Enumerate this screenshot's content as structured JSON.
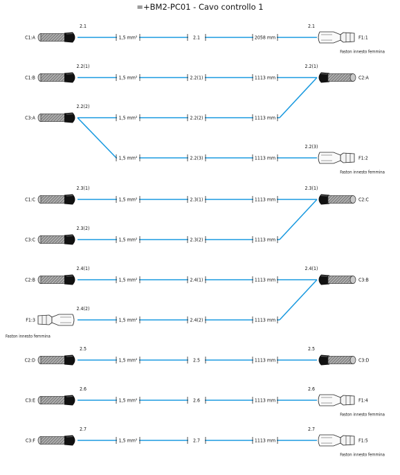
{
  "title": "=+BM2-PC01 - Cavo controllo 1",
  "colors": {
    "wire": "#1a9ae0",
    "connector_body": "#111111",
    "background": "#ffffff"
  },
  "faston_caption": "Faston innesto femmina",
  "harness": [
    {
      "id": "2.1",
      "rows": [
        {
          "left": "C1:A",
          "left_type": "ferrule",
          "label": "2.1",
          "section": "1,5 mm²",
          "mark": "2.1",
          "length": "2058 mm"
        }
      ],
      "right": {
        "label": "2.1",
        "type": "faston",
        "name": "F1:1"
      }
    },
    {
      "id": "2.2",
      "rows": [
        {
          "left": "C1:B",
          "left_type": "ferrule",
          "label": "2.2(1)",
          "section": "1,5 mm²",
          "mark": "2.2(1)",
          "length": "1113 mm"
        },
        {
          "left": "C3:A",
          "left_type": "ferrule",
          "label": "2.2(2)",
          "section": "1,5 mm²",
          "mark": "2.2(2)",
          "length": "1113 mm"
        }
      ],
      "right": {
        "label": "2.2(1)",
        "type": "ferrule",
        "name": "C2:A"
      },
      "branch": {
        "section": "1,5 mm²",
        "mark": "2.2(3)",
        "length": "1113 mm",
        "end_label": "2.2(3)",
        "end_type": "faston",
        "end_name": "F1:2"
      }
    },
    {
      "id": "2.3",
      "rows": [
        {
          "left": "C1:C",
          "left_type": "ferrule",
          "label": "2.3(1)",
          "section": "1,5 mm²",
          "mark": "2.3(1)",
          "length": "1113 mm"
        },
        {
          "left": "C3:C",
          "left_type": "ferrule",
          "label": "2.3(2)",
          "section": "1,5 mm²",
          "mark": "2.3(2)",
          "length": "1113 mm"
        }
      ],
      "right": {
        "label": "2.3(1)",
        "type": "ferrule",
        "name": "C2:C"
      }
    },
    {
      "id": "2.4",
      "rows": [
        {
          "left": "C2:B",
          "left_type": "ferrule",
          "label": "2.4(1)",
          "section": "1,5 mm²",
          "mark": "2.4(1)",
          "length": "1113 mm"
        },
        {
          "left": "F1:3",
          "left_type": "faston",
          "label": "2.4(2)",
          "section": "1,5 mm²",
          "mark": "2.4(2)",
          "length": "1113 mm"
        }
      ],
      "right": {
        "label": "2.4(1)",
        "type": "ferrule",
        "name": "C3:B"
      }
    },
    {
      "id": "2.5",
      "rows": [
        {
          "left": "C2:D",
          "left_type": "ferrule",
          "label": "2.5",
          "section": "1,5 mm²",
          "mark": "2.5",
          "length": "1113 mm"
        }
      ],
      "right": {
        "label": "2.5",
        "type": "ferrule",
        "name": "C3:D"
      }
    },
    {
      "id": "2.6",
      "rows": [
        {
          "left": "C3:E",
          "left_type": "ferrule",
          "label": "2.6",
          "section": "1,5 mm²",
          "mark": "2.6",
          "length": "1113 mm"
        }
      ],
      "right": {
        "label": "2.6",
        "type": "faston",
        "name": "F1:4"
      }
    },
    {
      "id": "2.7",
      "rows": [
        {
          "left": "C3:F",
          "left_type": "ferrule",
          "label": "2.7",
          "section": "1,5 mm²",
          "mark": "2.7",
          "length": "1113 mm"
        }
      ],
      "right": {
        "label": "2.7",
        "type": "faston",
        "name": "F1:5"
      }
    }
  ]
}
